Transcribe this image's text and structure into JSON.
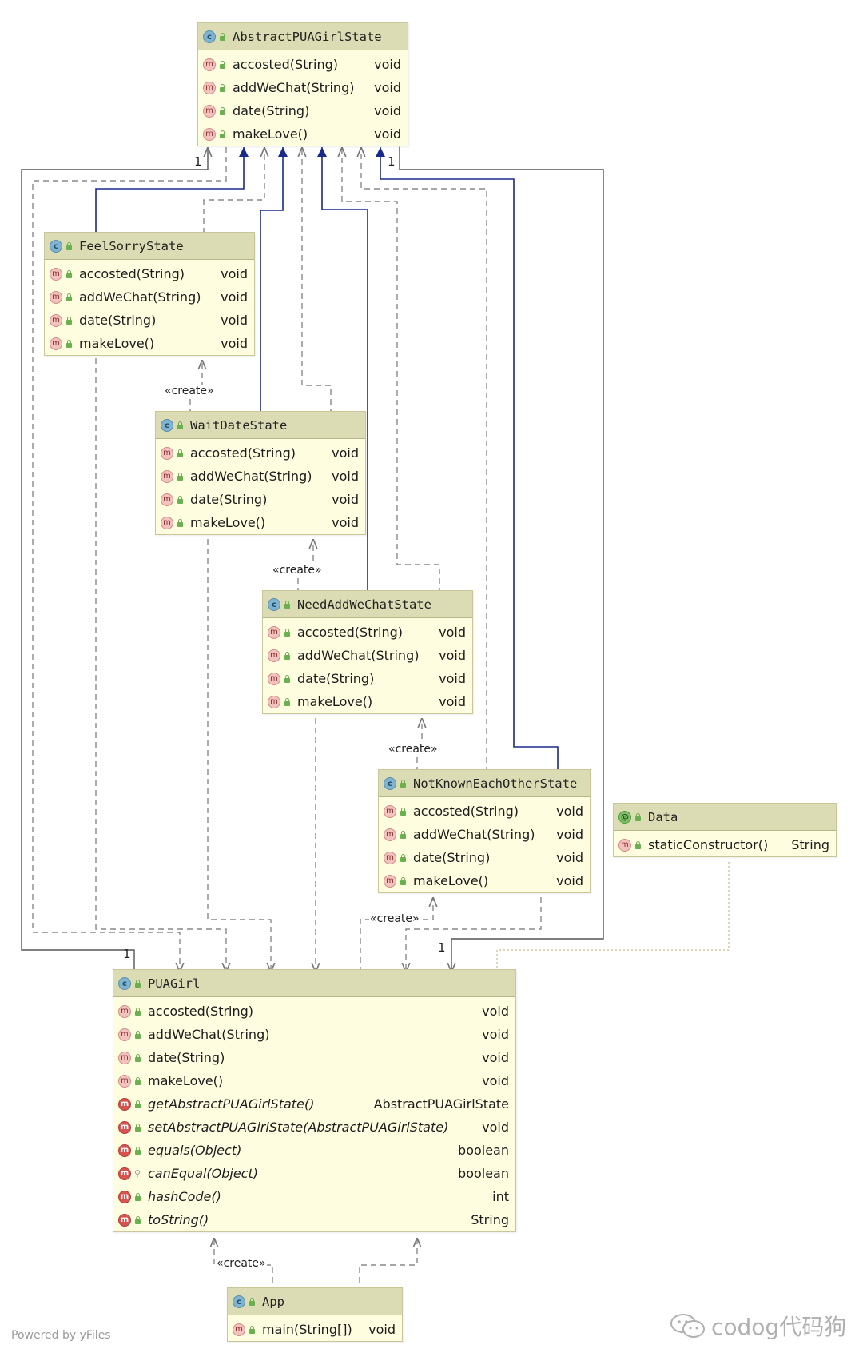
{
  "classes": [
    {
      "id": "abstract",
      "name": "AbstractPUAGirlState",
      "icon": "class-icon",
      "members": [
        {
          "sig": "accosted(String)",
          "ret": "void",
          "kind": "method"
        },
        {
          "sig": "addWeChat(String)",
          "ret": "void",
          "kind": "method"
        },
        {
          "sig": "date(String)",
          "ret": "void",
          "kind": "method"
        },
        {
          "sig": "makeLove()",
          "ret": "void",
          "kind": "method"
        }
      ]
    },
    {
      "id": "feelsorry",
      "name": "FeelSorryState",
      "icon": "class-icon",
      "members": [
        {
          "sig": "accosted(String)",
          "ret": "void",
          "kind": "method"
        },
        {
          "sig": "addWeChat(String)",
          "ret": "void",
          "kind": "method"
        },
        {
          "sig": "date(String)",
          "ret": "void",
          "kind": "method"
        },
        {
          "sig": "makeLove()",
          "ret": "void",
          "kind": "method"
        }
      ]
    },
    {
      "id": "waitdate",
      "name": "WaitDateState",
      "icon": "class-icon",
      "members": [
        {
          "sig": "accosted(String)",
          "ret": "void",
          "kind": "method"
        },
        {
          "sig": "addWeChat(String)",
          "ret": "void",
          "kind": "method"
        },
        {
          "sig": "date(String)",
          "ret": "void",
          "kind": "method"
        },
        {
          "sig": "makeLove()",
          "ret": "void",
          "kind": "method"
        }
      ]
    },
    {
      "id": "needadd",
      "name": "NeedAddWeChatState",
      "icon": "class-icon",
      "members": [
        {
          "sig": "accosted(String)",
          "ret": "void",
          "kind": "method"
        },
        {
          "sig": "addWeChat(String)",
          "ret": "void",
          "kind": "method"
        },
        {
          "sig": "date(String)",
          "ret": "void",
          "kind": "method"
        },
        {
          "sig": "makeLove()",
          "ret": "void",
          "kind": "method"
        }
      ]
    },
    {
      "id": "notknown",
      "name": "NotKnownEachOtherState",
      "icon": "class-icon",
      "members": [
        {
          "sig": "accosted(String)",
          "ret": "void",
          "kind": "method"
        },
        {
          "sig": "addWeChat(String)",
          "ret": "void",
          "kind": "method"
        },
        {
          "sig": "date(String)",
          "ret": "void",
          "kind": "method"
        },
        {
          "sig": "makeLove()",
          "ret": "void",
          "kind": "method"
        }
      ]
    },
    {
      "id": "data",
      "name": "Data",
      "icon": "annotation-icon",
      "members": [
        {
          "sig": "staticConstructor()",
          "ret": "String",
          "kind": "method"
        }
      ]
    },
    {
      "id": "puagirl",
      "name": "PUAGirl",
      "icon": "class-icon",
      "members": [
        {
          "sig": "accosted(String)",
          "ret": "void",
          "kind": "method"
        },
        {
          "sig": "addWeChat(String)",
          "ret": "void",
          "kind": "method"
        },
        {
          "sig": "date(String)",
          "ret": "void",
          "kind": "method"
        },
        {
          "sig": "makeLove()",
          "ret": "void",
          "kind": "method"
        },
        {
          "sig": "getAbstractPUAGirlState()",
          "ret": "AbstractPUAGirlState",
          "kind": "generated"
        },
        {
          "sig": "setAbstractPUAGirlState(AbstractPUAGirlState)",
          "ret": "void",
          "kind": "generated"
        },
        {
          "sig": "equals(Object)",
          "ret": "boolean",
          "kind": "generated"
        },
        {
          "sig": "canEqual(Object)",
          "ret": "boolean",
          "kind": "generated-protected"
        },
        {
          "sig": "hashCode()",
          "ret": "int",
          "kind": "generated"
        },
        {
          "sig": "toString()",
          "ret": "String",
          "kind": "generated"
        }
      ]
    },
    {
      "id": "app",
      "name": "App",
      "icon": "class-icon",
      "members": [
        {
          "sig": "main(String[])",
          "ret": "void",
          "kind": "method"
        }
      ]
    }
  ],
  "labels": {
    "create": "«create»",
    "one": "1"
  },
  "footer": "Powered by yFiles",
  "watermark": "codog代码狗",
  "colors": {
    "inheritance": "#1a2a8c",
    "dependency": "#888888",
    "composition": "#555555",
    "header": "#dcdcb4",
    "body": "#fffde0"
  }
}
